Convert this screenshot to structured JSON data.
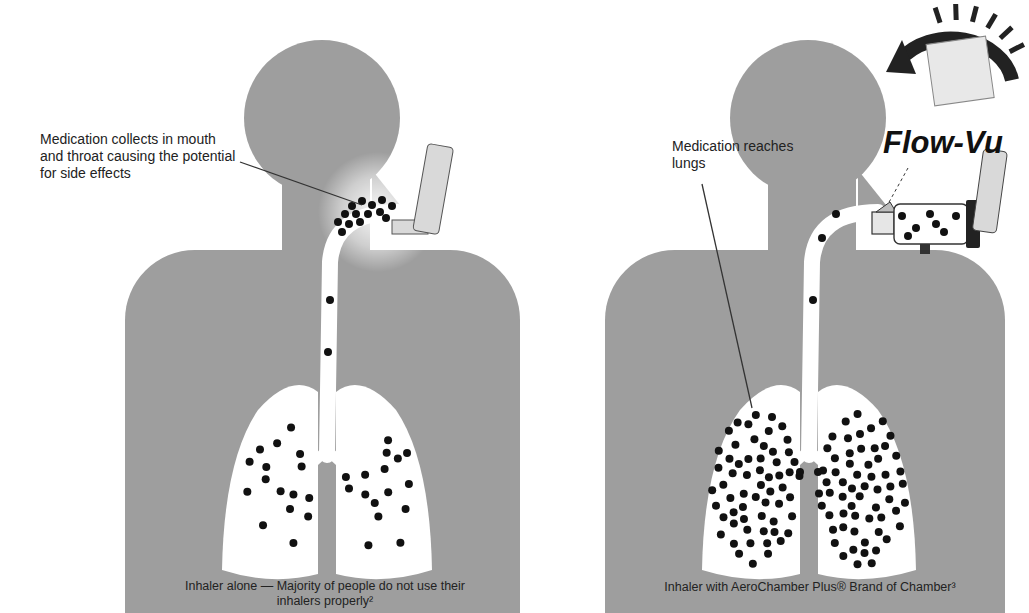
{
  "diagram": {
    "labels": [
      "Medication collects in mouth and throat causing the potential for side effects",
      "Medication reaches lungs",
      "Flow-Vu",
      "Inhaler alone — Majority of people do not use their inhalers properly²",
      "Inhaler with AeroChamber Plus® Brand of Chamber³"
    ]
  }
}
